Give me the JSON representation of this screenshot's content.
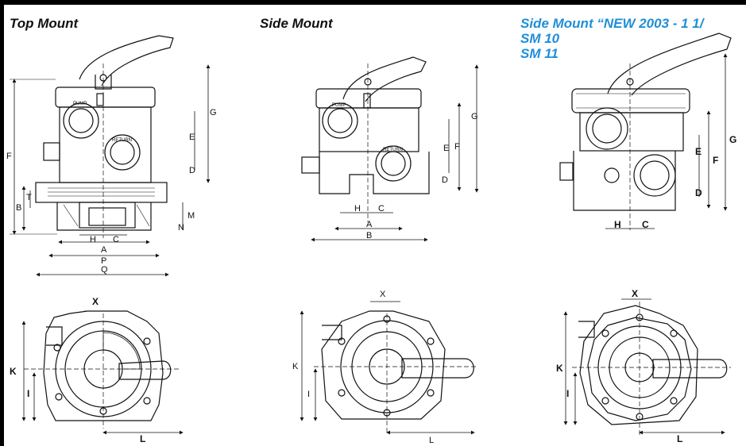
{
  "titles": {
    "top_mount": "Top Mount",
    "side_mount": "Side Mount",
    "side_mount_new": "Side Mount “NEW 2003 - 1 1/",
    "sm10": "SM 10",
    "sm11": "SM 11"
  },
  "valve_text": {
    "pump": "PUMP",
    "return": "RETURN"
  },
  "dims": {
    "A": "A",
    "B": "B",
    "C": "C",
    "D": "D",
    "E": "E",
    "F": "F",
    "G": "G",
    "H": "H",
    "I": "I",
    "K": "K",
    "L": "L",
    "M": "M",
    "N": "N",
    "P": "P",
    "Q": "Q",
    "T": "T",
    "X": "X"
  },
  "colors": {
    "title_black": "#111111",
    "title_blue": "#1f8fd8",
    "line": "#111111"
  }
}
